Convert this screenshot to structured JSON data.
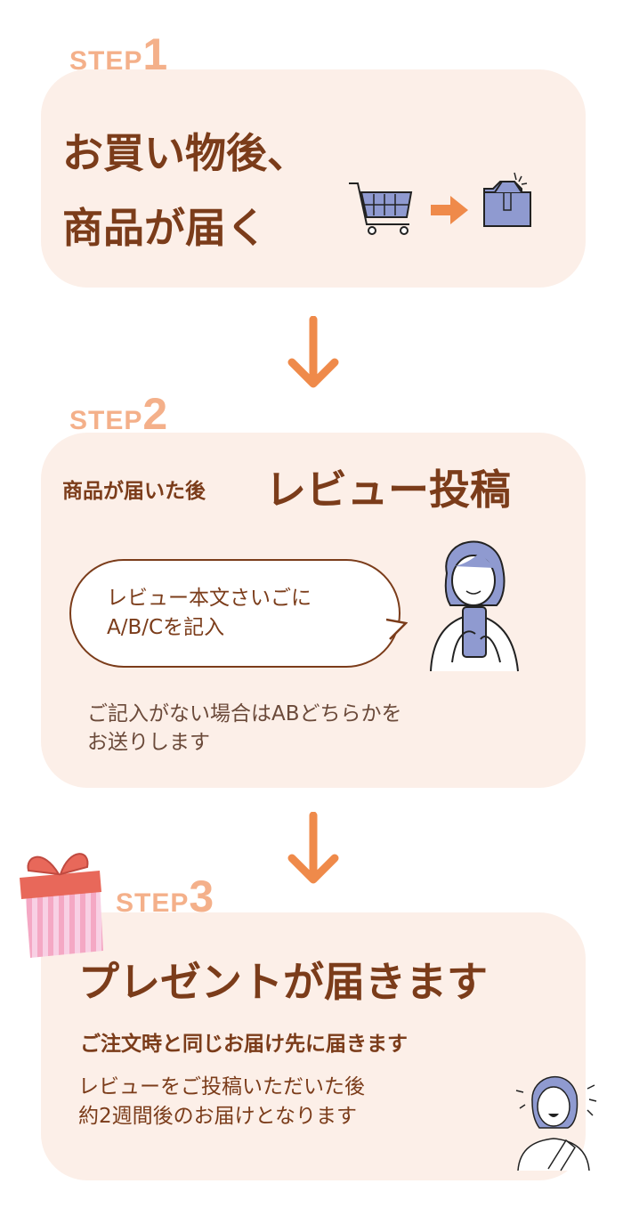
{
  "colors": {
    "panel": "#fcefe8",
    "brown": "#7b3c1a",
    "step": "#f4b08a",
    "arrow": "#ef8a4a",
    "icon": "#8f9ad0"
  },
  "step1": {
    "label": "STEP",
    "number": "1",
    "title_line1": "お買い物後、",
    "title_line2": "商品が届く"
  },
  "step2": {
    "label": "STEP",
    "number": "2",
    "pre": "商品が届いた後",
    "title": "レビュー投稿",
    "bubble_line1": "レビュー本文さいごに",
    "bubble_line2": "A/B/Cを記入",
    "note_line1": "ご記入がない場合はABどちらかを",
    "note_line2": "お送りします"
  },
  "step3": {
    "label": "STEP",
    "number": "3",
    "title": "プレゼントが届きます",
    "subtitle": "ご注文時と同じお届け先に届きます",
    "body_line1": "レビューをご投稿いただいた後",
    "body_line2": "約2週間後のお届けとなります"
  }
}
